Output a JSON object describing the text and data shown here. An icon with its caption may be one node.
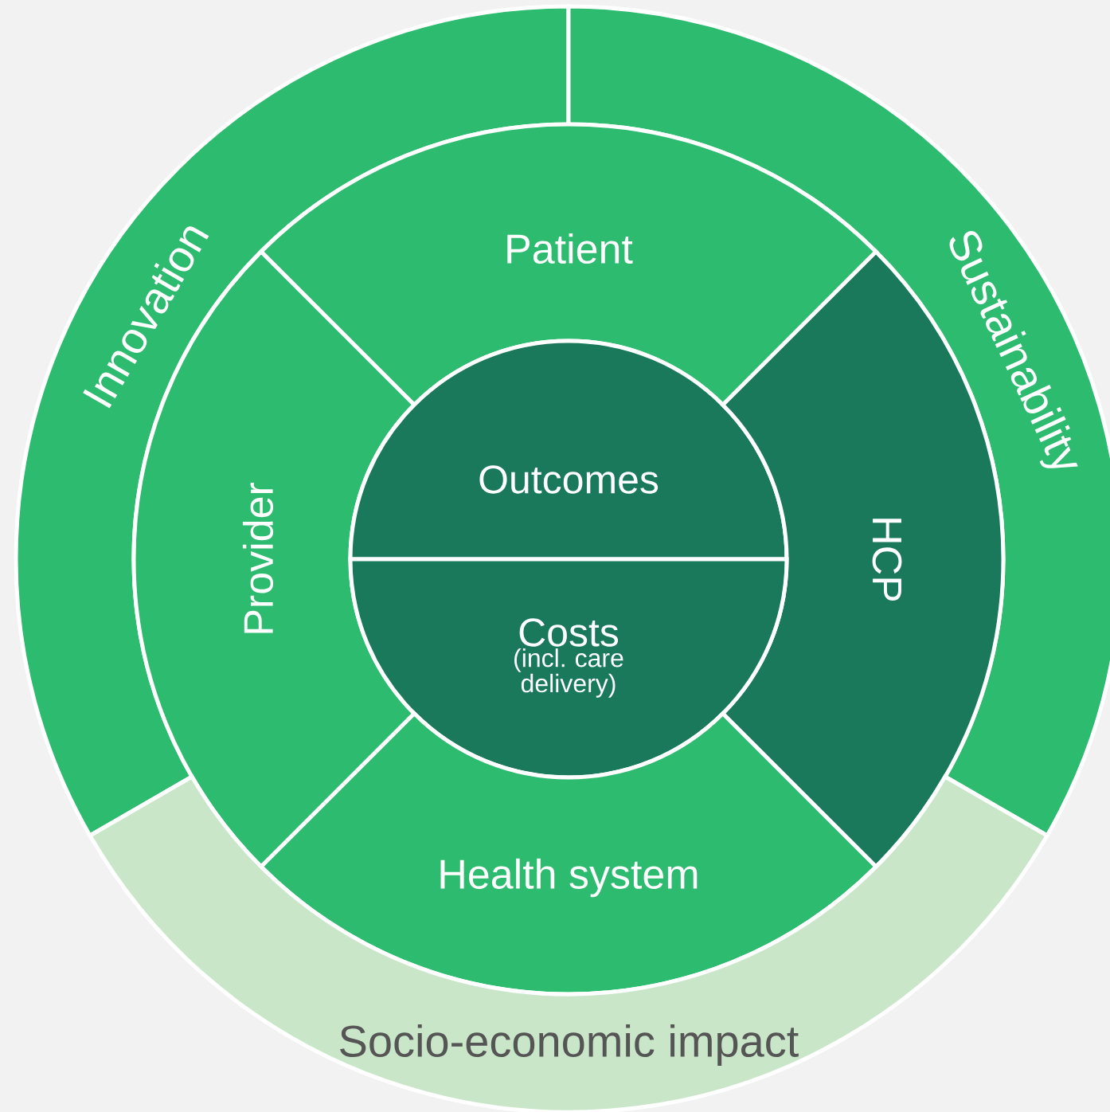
{
  "diagram": {
    "nodes": [
      {
        "text": [
          "Innovation"
        ]
      },
      {
        "text": [
          "Sustainability"
        ]
      },
      {
        "text": [
          "Patient"
        ]
      },
      {
        "text": [
          "Provider"
        ]
      },
      {
        "text": [
          "Outcomes"
        ]
      },
      {
        "text": [
          "HCP"
        ]
      },
      {
        "text": [
          "Costs",
          "(incl. care delivery)"
        ]
      },
      {
        "text": [
          "Health system"
        ]
      },
      {
        "text": [
          "Socio-economic impact"
        ]
      }
    ]
  }
}
